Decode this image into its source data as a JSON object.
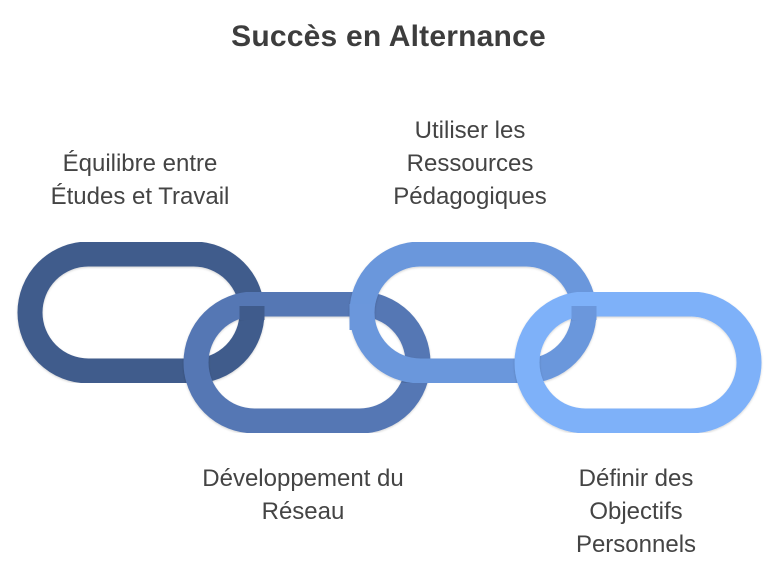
{
  "title": "Succès en Alternance",
  "colors": {
    "link1": "#3f5b8c",
    "link2": "#5577b4",
    "link3": "#6b97dc",
    "link4": "#7eb1f9",
    "text": "#444444",
    "title": "#3d3d3d"
  },
  "links": [
    {
      "id": "link-1",
      "label_lines": [
        "Équilibre entre",
        "Études et Travail"
      ]
    },
    {
      "id": "link-2",
      "label_lines": [
        "Développement du",
        "Réseau"
      ]
    },
    {
      "id": "link-3",
      "label_lines": [
        "Utiliser les",
        "Ressources",
        "Pédagogiques"
      ]
    },
    {
      "id": "link-4",
      "label_lines": [
        "Définir des",
        "Objectifs",
        "Personnels"
      ]
    }
  ]
}
